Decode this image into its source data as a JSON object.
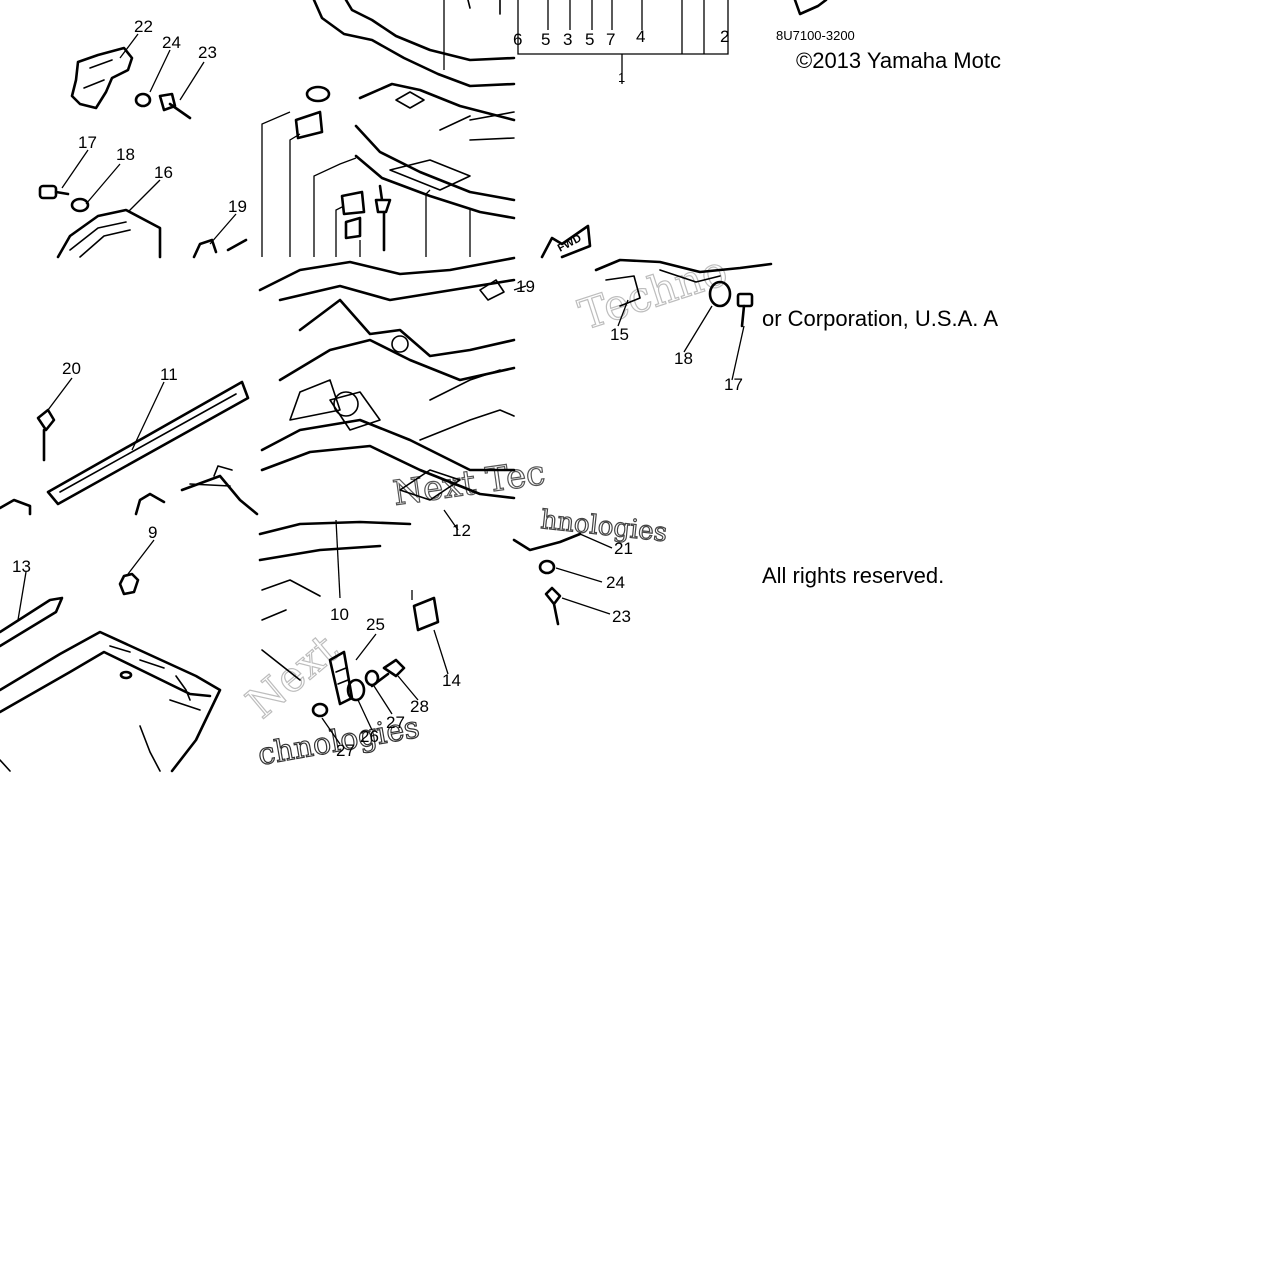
{
  "diagram": {
    "part_code": "8U7100-3200",
    "copyright_lines": [
      "©2013 Yamaha Motc",
      "or Corporation, U.S.A. A",
      "All rights reserved."
    ],
    "fwd_label": "FWD",
    "watermarks": [
      "Techno",
      "Next Tec",
      "hnologies",
      "Next",
      "chnologies"
    ],
    "callouts": [
      {
        "id": "c22",
        "label": "22"
      },
      {
        "id": "c24a",
        "label": "24"
      },
      {
        "id": "c23a",
        "label": "23"
      },
      {
        "id": "c17a",
        "label": "17"
      },
      {
        "id": "c18a",
        "label": "18"
      },
      {
        "id": "c16",
        "label": "16"
      },
      {
        "id": "c19a",
        "label": "19"
      },
      {
        "id": "c20",
        "label": "20"
      },
      {
        "id": "c11",
        "label": "11"
      },
      {
        "id": "c13",
        "label": "13"
      },
      {
        "id": "c9",
        "label": "9"
      },
      {
        "id": "c6",
        "label": "6"
      },
      {
        "id": "c5a",
        "label": "5"
      },
      {
        "id": "c3",
        "label": "3"
      },
      {
        "id": "c5b",
        "label": "5"
      },
      {
        "id": "c7",
        "label": "7"
      },
      {
        "id": "c4",
        "label": "4"
      },
      {
        "id": "c2",
        "label": "2"
      },
      {
        "id": "c1",
        "label": "1"
      },
      {
        "id": "c19b",
        "label": "19"
      },
      {
        "id": "c15",
        "label": "15"
      },
      {
        "id": "c18b",
        "label": "18"
      },
      {
        "id": "c17b",
        "label": "17"
      },
      {
        "id": "c12",
        "label": "12"
      },
      {
        "id": "c10",
        "label": "10"
      },
      {
        "id": "c25",
        "label": "25"
      },
      {
        "id": "c14",
        "label": "14"
      },
      {
        "id": "c28",
        "label": "28"
      },
      {
        "id": "c27a",
        "label": "27"
      },
      {
        "id": "c26",
        "label": "26"
      },
      {
        "id": "c27b",
        "label": "27"
      },
      {
        "id": "c21",
        "label": "21"
      },
      {
        "id": "c24b",
        "label": "24"
      },
      {
        "id": "c23b",
        "label": "23"
      }
    ]
  }
}
